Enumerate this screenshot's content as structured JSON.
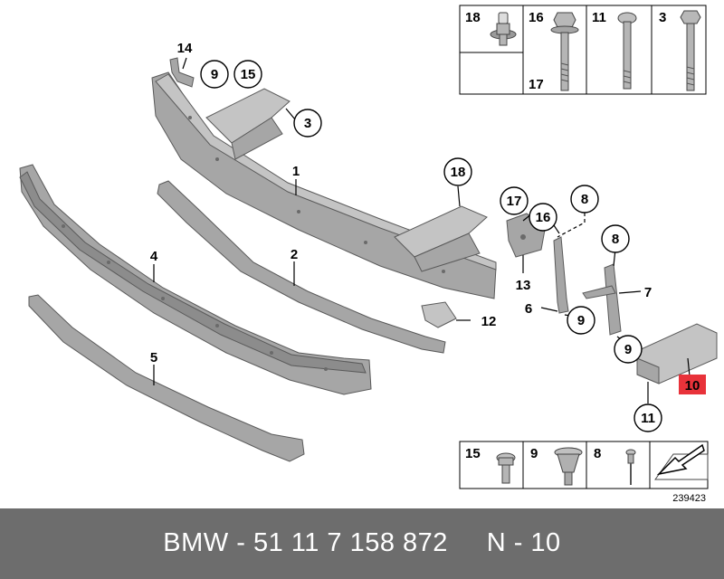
{
  "footer": {
    "text": "BMW - 51 11 7 158 872     N - 10"
  },
  "diagram": {
    "reference_number": "239423",
    "highlight_color": "#e8323a",
    "fastener_box_top": [
      "18",
      "16",
      "17",
      "11",
      "3"
    ],
    "fastener_box_bottom": [
      "15",
      "9",
      "8"
    ],
    "callouts": {
      "c1": "1",
      "c2": "2",
      "c3": "3",
      "c4": "4",
      "c5": "5",
      "c6": "6",
      "c7": "7",
      "c8a": "8",
      "c8b": "8",
      "c9a": "9",
      "c9b": "9",
      "c9c": "9",
      "c10": "10",
      "c11": "11",
      "c12": "12",
      "c13": "13",
      "c14": "14",
      "c15": "15",
      "c16": "16",
      "c17": "17",
      "c18": "18"
    }
  }
}
